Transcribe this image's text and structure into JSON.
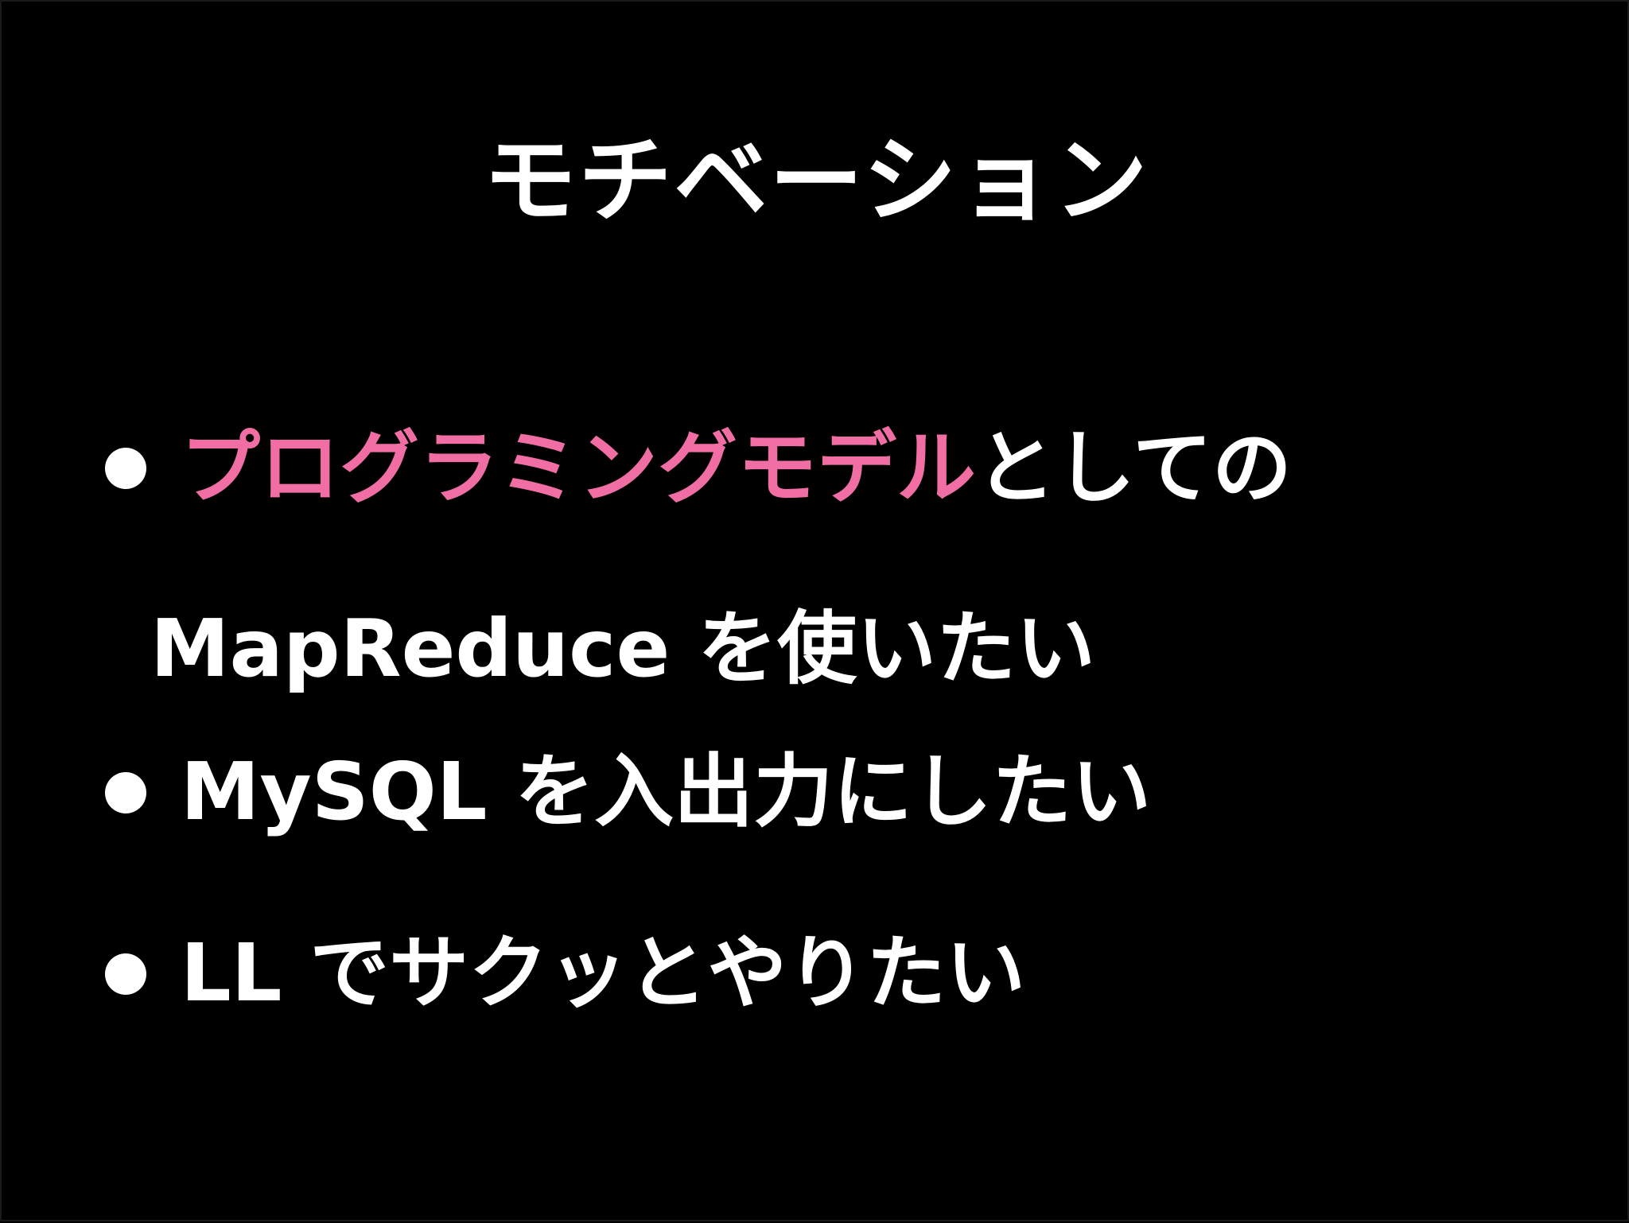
{
  "slide": {
    "title": "モチベーション",
    "colors": {
      "background": "#000000",
      "text": "#ffffff",
      "accent": "#f06ea4"
    },
    "bullets": [
      {
        "accent_text": "プログラミングモデル",
        "text": "としての",
        "continuation": "MapReduce を使いたい"
      },
      {
        "text": "MySQL を入出力にしたい"
      },
      {
        "text": "LL でサクッとやりたい"
      }
    ]
  }
}
